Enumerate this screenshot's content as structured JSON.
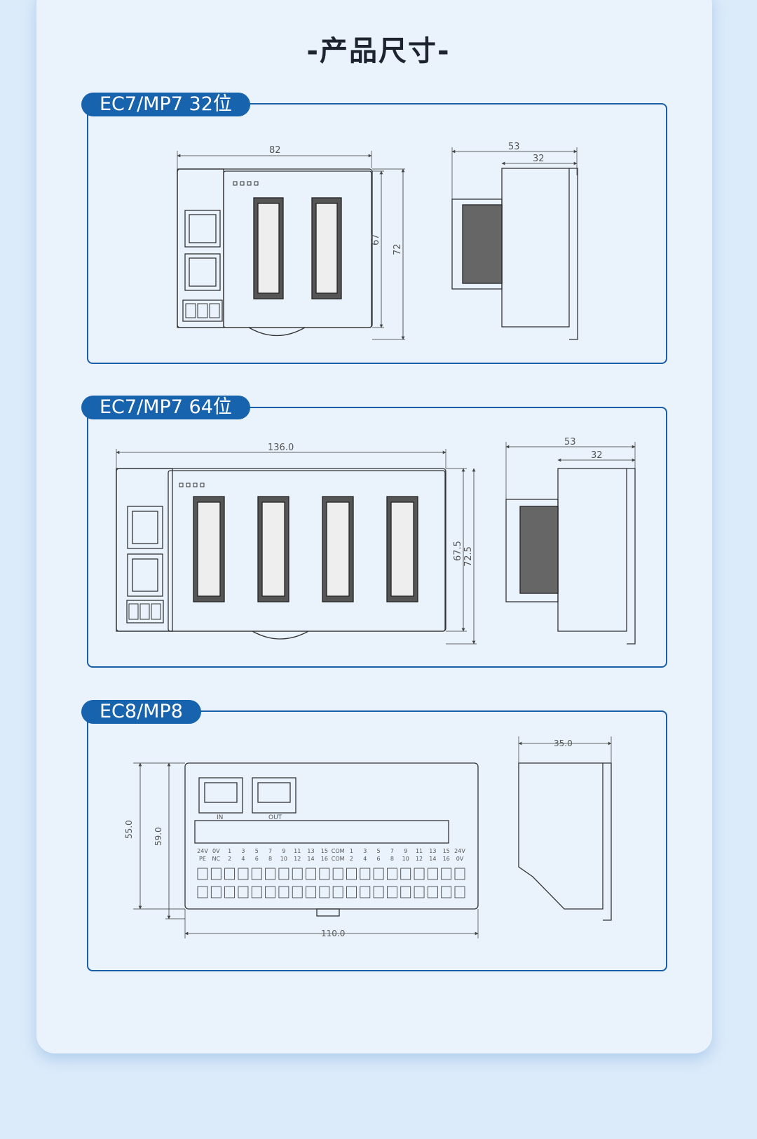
{
  "page": {
    "title": "-产品尺寸-"
  },
  "sections": [
    {
      "label": "EC7/MP7 32位",
      "dims": {
        "front_width": "82",
        "front_inner_height": "67",
        "front_height": "72",
        "side_depth": "53",
        "side_inner_depth": "32"
      }
    },
    {
      "label": "EC7/MP7 64位",
      "dims": {
        "front_width": "136.0",
        "front_inner_height": "67.5",
        "front_height": "72.5",
        "side_depth": "53",
        "side_inner_depth": "32"
      }
    },
    {
      "label": "EC8/MP8",
      "dims": {
        "front_width": "110.0",
        "front_inner_height": "55.0",
        "front_height": "59.0",
        "side_depth": "35.0"
      },
      "ports": {
        "in": "IN",
        "out": "OUT"
      },
      "terminals_top": [
        "24V",
        "0V",
        "1",
        "3",
        "5",
        "7",
        "9",
        "11",
        "13",
        "15",
        "COM",
        "1",
        "3",
        "5",
        "7",
        "9",
        "11",
        "13",
        "15",
        "24V"
      ],
      "terminals_bottom": [
        "PE",
        "NC",
        "2",
        "4",
        "6",
        "8",
        "10",
        "12",
        "14",
        "16",
        "COM",
        "2",
        "4",
        "6",
        "8",
        "10",
        "12",
        "14",
        "16",
        "0V"
      ]
    }
  ],
  "colors": {
    "accent": "#1763ad",
    "panel_border": "#1a5ea8",
    "background": "#eaf3fc",
    "line": "#333333"
  }
}
